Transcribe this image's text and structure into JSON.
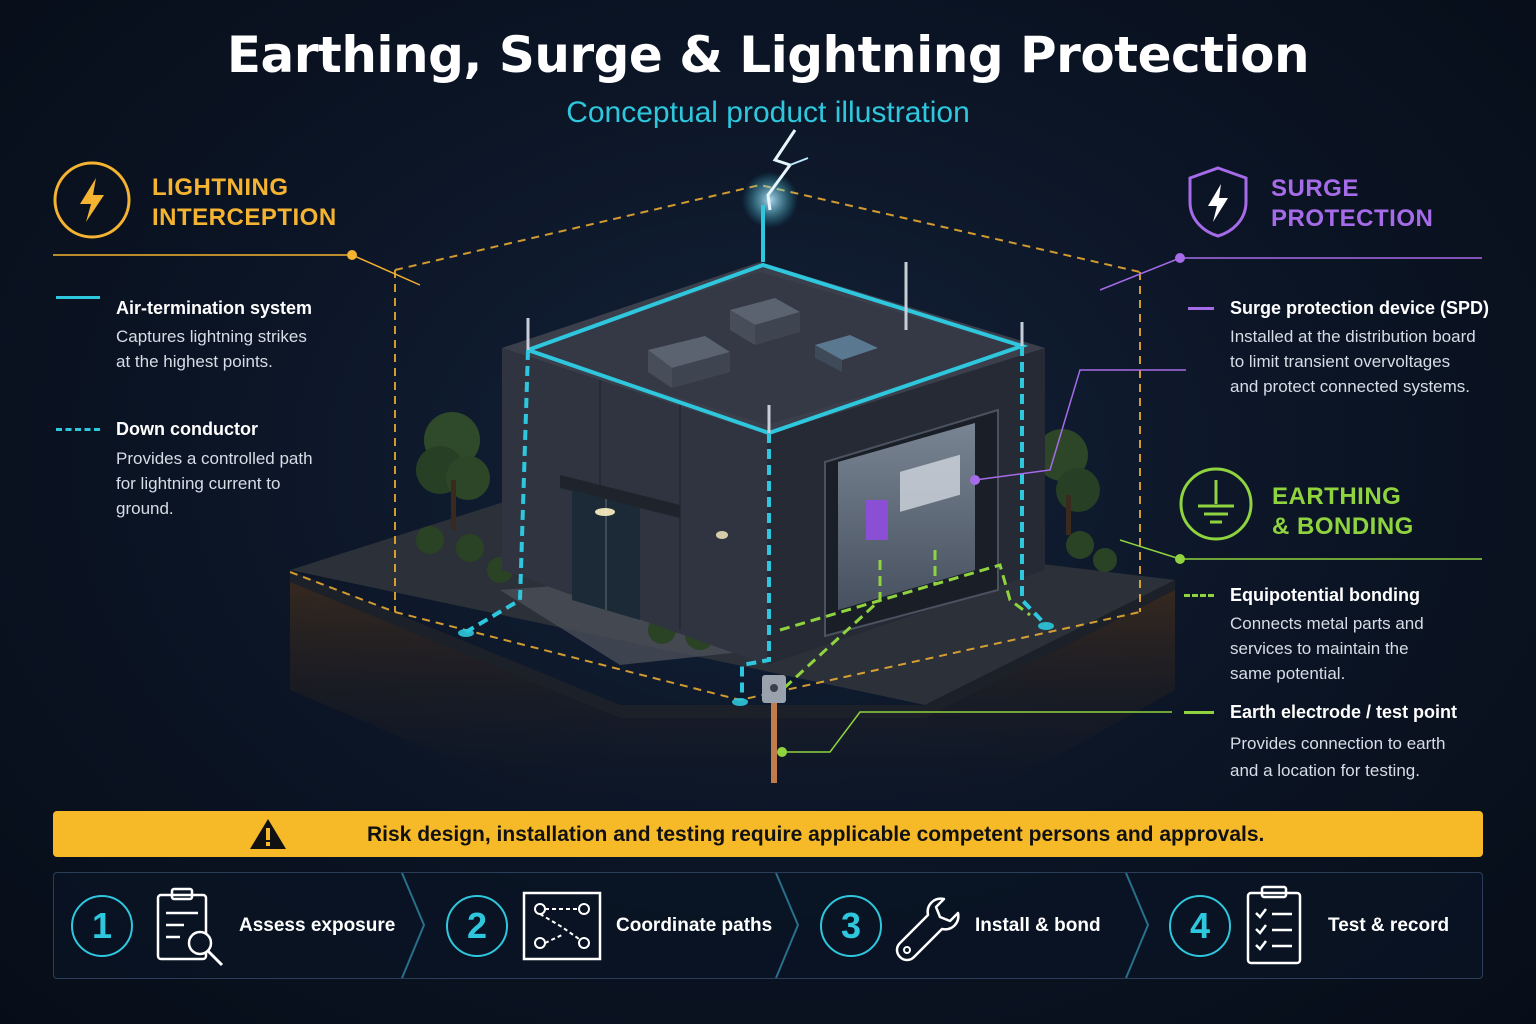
{
  "title": "Earthing, Surge & Lightning Protection",
  "subtitle": "Conceptual product illustration",
  "colors": {
    "cyan": "#2ec7dd",
    "amber": "#f4b331",
    "purple": "#a66be8",
    "green": "#8fd33f",
    "warning": "#f6b928"
  },
  "lightning": {
    "heading_line1": "LIGHTNING",
    "heading_line2": "INTERCEPTION",
    "icon": "lightning-bolt-icon",
    "items": [
      {
        "title": "Air-termination system",
        "desc_lines": [
          "Captures lightning strikes",
          "at the highest points."
        ]
      },
      {
        "title": "Down conductor",
        "desc_lines": [
          "Provides a controlled path",
          "for lightning current to",
          "ground."
        ]
      }
    ]
  },
  "surge": {
    "heading_line1": "SURGE",
    "heading_line2": "PROTECTION",
    "icon": "shield-bolt-icon",
    "items": [
      {
        "title": "Surge protection device (SPD)",
        "desc_lines": [
          "Installed at the distribution board",
          "to limit transient overvoltages",
          "and protect connected systems."
        ]
      }
    ]
  },
  "earthing": {
    "heading_line1": "EARTHING",
    "heading_line2": "& BONDING",
    "icon": "earth-ground-icon",
    "items": [
      {
        "title": "Equipotential bonding",
        "desc_lines": [
          "Connects metal parts and",
          "services to maintain the",
          "same potential."
        ]
      },
      {
        "title": "Earth electrode / test point",
        "desc_lines": [
          "Provides connection to earth",
          "and a location for testing."
        ]
      }
    ]
  },
  "warning": {
    "icon": "warning-triangle-icon",
    "text": "Risk design, installation and testing require applicable competent persons and approvals."
  },
  "steps": [
    {
      "number": "1",
      "label": "Assess exposure",
      "icon": "clipboard-search-icon"
    },
    {
      "number": "2",
      "label": "Coordinate paths",
      "icon": "path-diagram-icon"
    },
    {
      "number": "3",
      "label": "Install & bond",
      "icon": "wrench-icon"
    },
    {
      "number": "4",
      "label": "Test & record",
      "icon": "checklist-icon"
    }
  ]
}
